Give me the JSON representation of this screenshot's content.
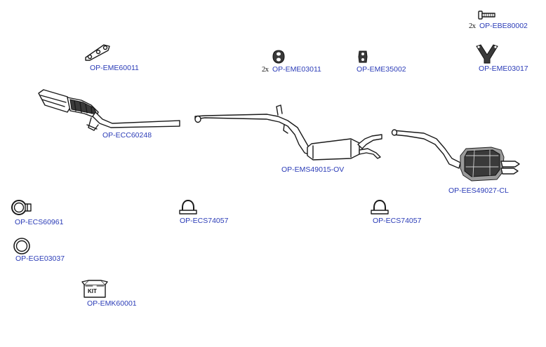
{
  "colors": {
    "link": "#2a3bb7",
    "ink": "#1a1a1a"
  },
  "parts": {
    "ebe80002": {
      "code": "OP-EBE80002",
      "qty": "2x",
      "icon": "bolt-icon"
    },
    "eme60011": {
      "code": "OP-EME60011",
      "icon": "mounting-bracket-icon"
    },
    "eme03011": {
      "code": "OP-EME03011",
      "qty": "2x",
      "icon": "rubber-hanger-icon"
    },
    "eme35002": {
      "code": "OP-EME35002",
      "icon": "rubber-hanger-icon"
    },
    "eme03017": {
      "code": "OP-EME03017",
      "icon": "hanger-bracket-icon"
    },
    "ecc60248": {
      "code": "OP-ECC60248",
      "icon": "catalytic-converter-icon"
    },
    "ems49015": {
      "code": "OP-EMS49015-OV",
      "icon": "middle-silencer-icon"
    },
    "ees49027": {
      "code": "OP-EES49027-CL",
      "icon": "rear-silencer-icon"
    },
    "ecs60961": {
      "code": "OP-ECS60961",
      "icon": "pipe-clamp-icon"
    },
    "ecs74057a": {
      "code": "OP-ECS74057",
      "icon": "u-clamp-icon"
    },
    "ecs74057b": {
      "code": "OP-ECS74057",
      "icon": "u-clamp-icon"
    },
    "ege03037": {
      "code": "OP-EGE03037",
      "icon": "gasket-ring-icon"
    },
    "emk60001": {
      "code": "OP-EMK60001",
      "kit_label": "KIT",
      "icon": "mounting-kit-icon"
    }
  }
}
